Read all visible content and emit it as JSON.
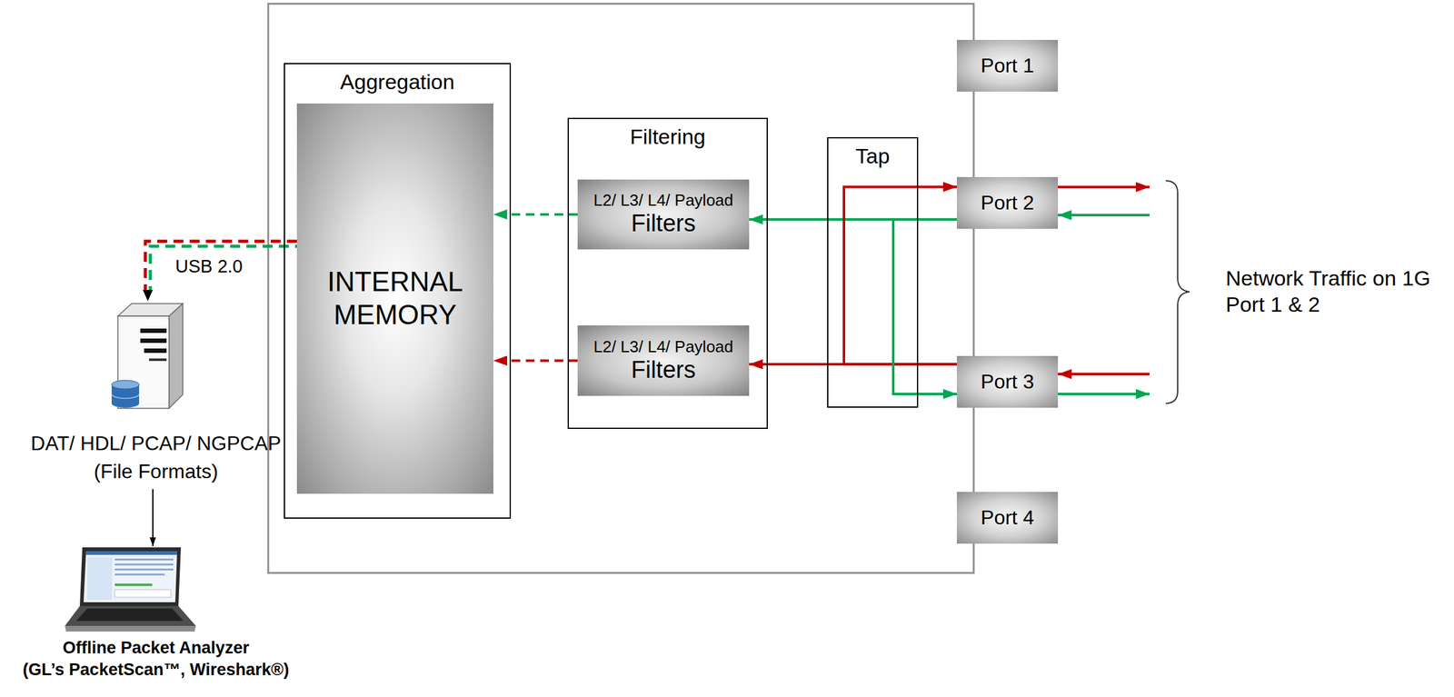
{
  "diagram": {
    "nodes": [
      {
        "text": [
          "Aggregation"
        ]
      },
      {
        "text": [
          "INTERNAL MEMORY"
        ],
        "in": 0
      },
      {
        "text": [
          "Filtering"
        ]
      },
      {
        "text": [
          "L2/ L3/ L4/ Payload",
          "Filters"
        ],
        "in": 2
      },
      {
        "text": [
          "L2/ L3/ L4/ Payload",
          "Filters"
        ],
        "in": 2
      },
      {
        "text": [
          "Tap"
        ]
      },
      {
        "text": [
          "Port 1"
        ]
      },
      {
        "text": [
          "Port 2"
        ]
      },
      {
        "text": [
          "Port 3"
        ]
      },
      {
        "text": [
          "Port 4"
        ]
      },
      {
        "text": [
          "DAT/ HDL/ PCAP/ NGPCAP",
          "(File Formats)"
        ]
      },
      {
        "text": [
          "Offline Packet Analyzer",
          "(GL’s PacketScan™, Wireshark®)"
        ]
      }
    ],
    "edges": [
      {
        "from": 7,
        "to": 3,
        "arrow": "to"
      },
      {
        "from": 8,
        "to": 4,
        "arrow": "to"
      },
      {
        "from": 8,
        "to": 7,
        "arrow": "to"
      },
      {
        "from": 7,
        "to": 8,
        "arrow": "to"
      },
      {
        "from": 3,
        "to": 1,
        "arrow": "to"
      },
      {
        "from": 4,
        "to": 1,
        "arrow": "to"
      },
      {
        "from": 1,
        "to": 10,
        "label": "USB 2.0",
        "arrow": "to"
      },
      {
        "from": 10,
        "to": 11,
        "arrow": "to"
      }
    ],
    "labels": [
      "Network Traffic on 1G Port 1 & 2"
    ]
  }
}
